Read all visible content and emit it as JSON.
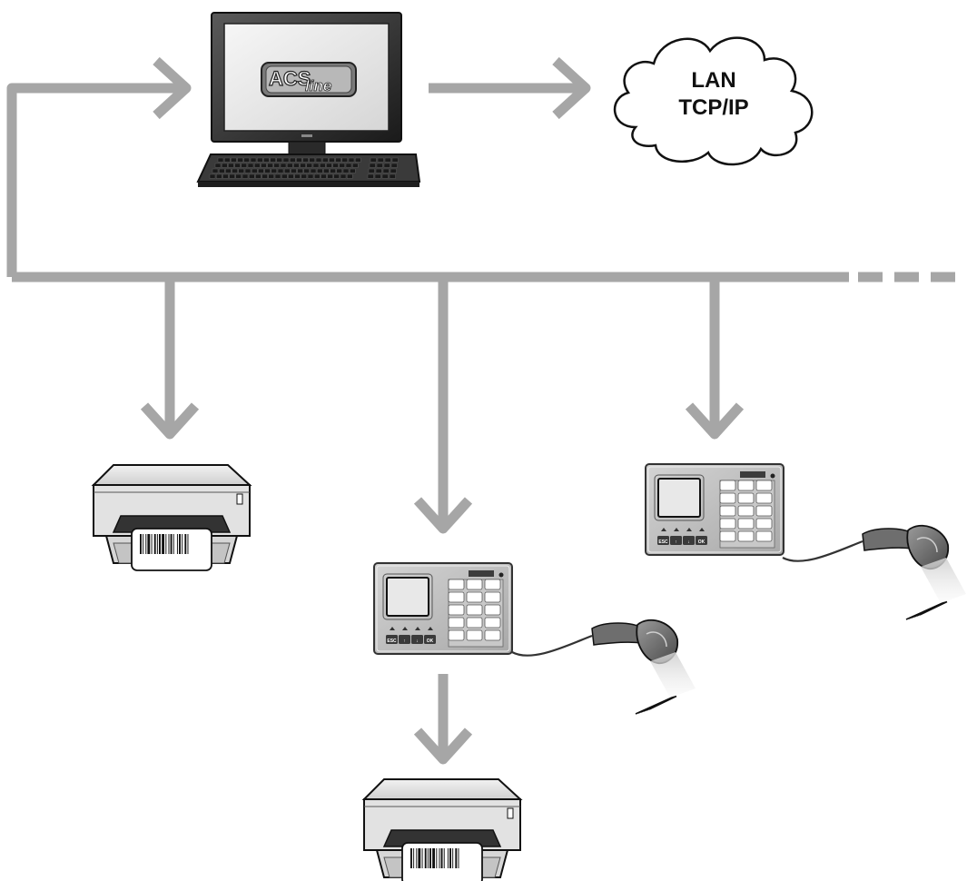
{
  "network": {
    "line1": "LAN",
    "line2": "TCP/IP"
  },
  "computer": {
    "logo_main": "ACS",
    "logo_sub": "line"
  },
  "terminal": {
    "keys": [
      "ESC",
      "↑",
      "↓",
      "OK"
    ]
  },
  "colors": {
    "arrow": "#a6a6a6",
    "outline": "#222222",
    "screen": "#e6e6e6"
  }
}
